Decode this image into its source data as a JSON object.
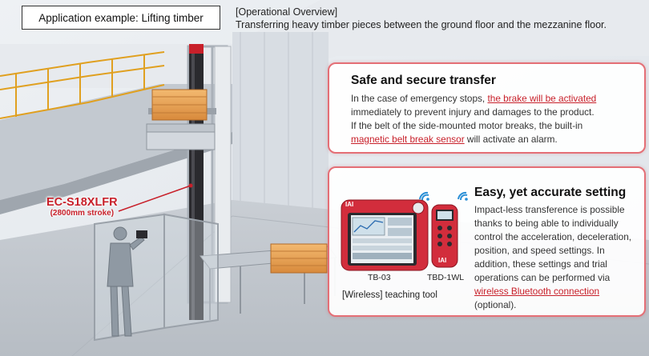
{
  "header": {
    "example_title": "Application example: Lifting timber",
    "overview_title": "[Operational Overview]",
    "overview_text": "Transferring heavy timber pieces between the ground floor and the mezzanine floor."
  },
  "actuator": {
    "model": "EC-S18XLFR",
    "stroke": "(2800mm stroke)"
  },
  "feature_safe": {
    "heading": "Safe and secure transfer",
    "line1_pre": "In the case of emergency stops, ",
    "line1_link": "the brake will be activated",
    "line2": "immediately to prevent injury and damages to the product.",
    "line3": "If the belt of the side-mounted motor breaks, the built-in",
    "line4_link": "magnetic belt break sensor",
    "line4_post": " will activate an alarm."
  },
  "feature_setting": {
    "heading": "Easy, yet accurate setting",
    "body_pre": "Impact-less transference is possible thanks to being able to individually control the acceleration, deceleration, position, and speed settings. In addition, these settings and trial operations can be performed via ",
    "body_link": "wireless Bluetooth connection",
    "body_post": " (optional)."
  },
  "devices": {
    "pendant_label": "TB-03",
    "remote_label": "TBD-1WL",
    "tool_caption": "[Wireless] teaching tool",
    "brand": "IAI",
    "pendant_icon": "teaching-pendant-icon",
    "remote_icon": "handheld-remote-icon",
    "wireless_icon": "wireless-signal-icon"
  },
  "colors": {
    "accent": "#c8202a",
    "card_border": "#e46f76",
    "railing": "#e0a020"
  }
}
